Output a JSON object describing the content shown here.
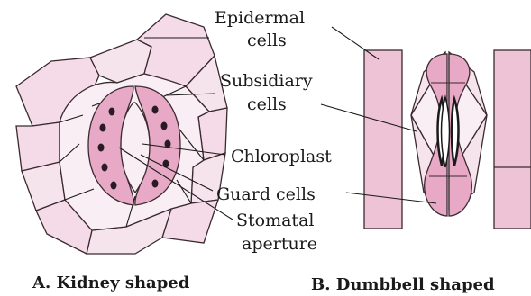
{
  "labels": {
    "epidermal": [
      "Epidermal",
      "cells"
    ],
    "subsidiary": [
      "Subsidiary",
      "cells"
    ],
    "chloroplast": "Chloroplast",
    "guard": "Guard cells",
    "aperture": [
      "Stomatal",
      "aperture"
    ]
  },
  "captions": {
    "a": "A. Kidney shaped",
    "b": "B. Dumbbell shaped"
  },
  "colors": {
    "cell_fill": "#f4dbe7",
    "guard_fill": "#e7a9c6",
    "outline": "#3a2a30"
  }
}
